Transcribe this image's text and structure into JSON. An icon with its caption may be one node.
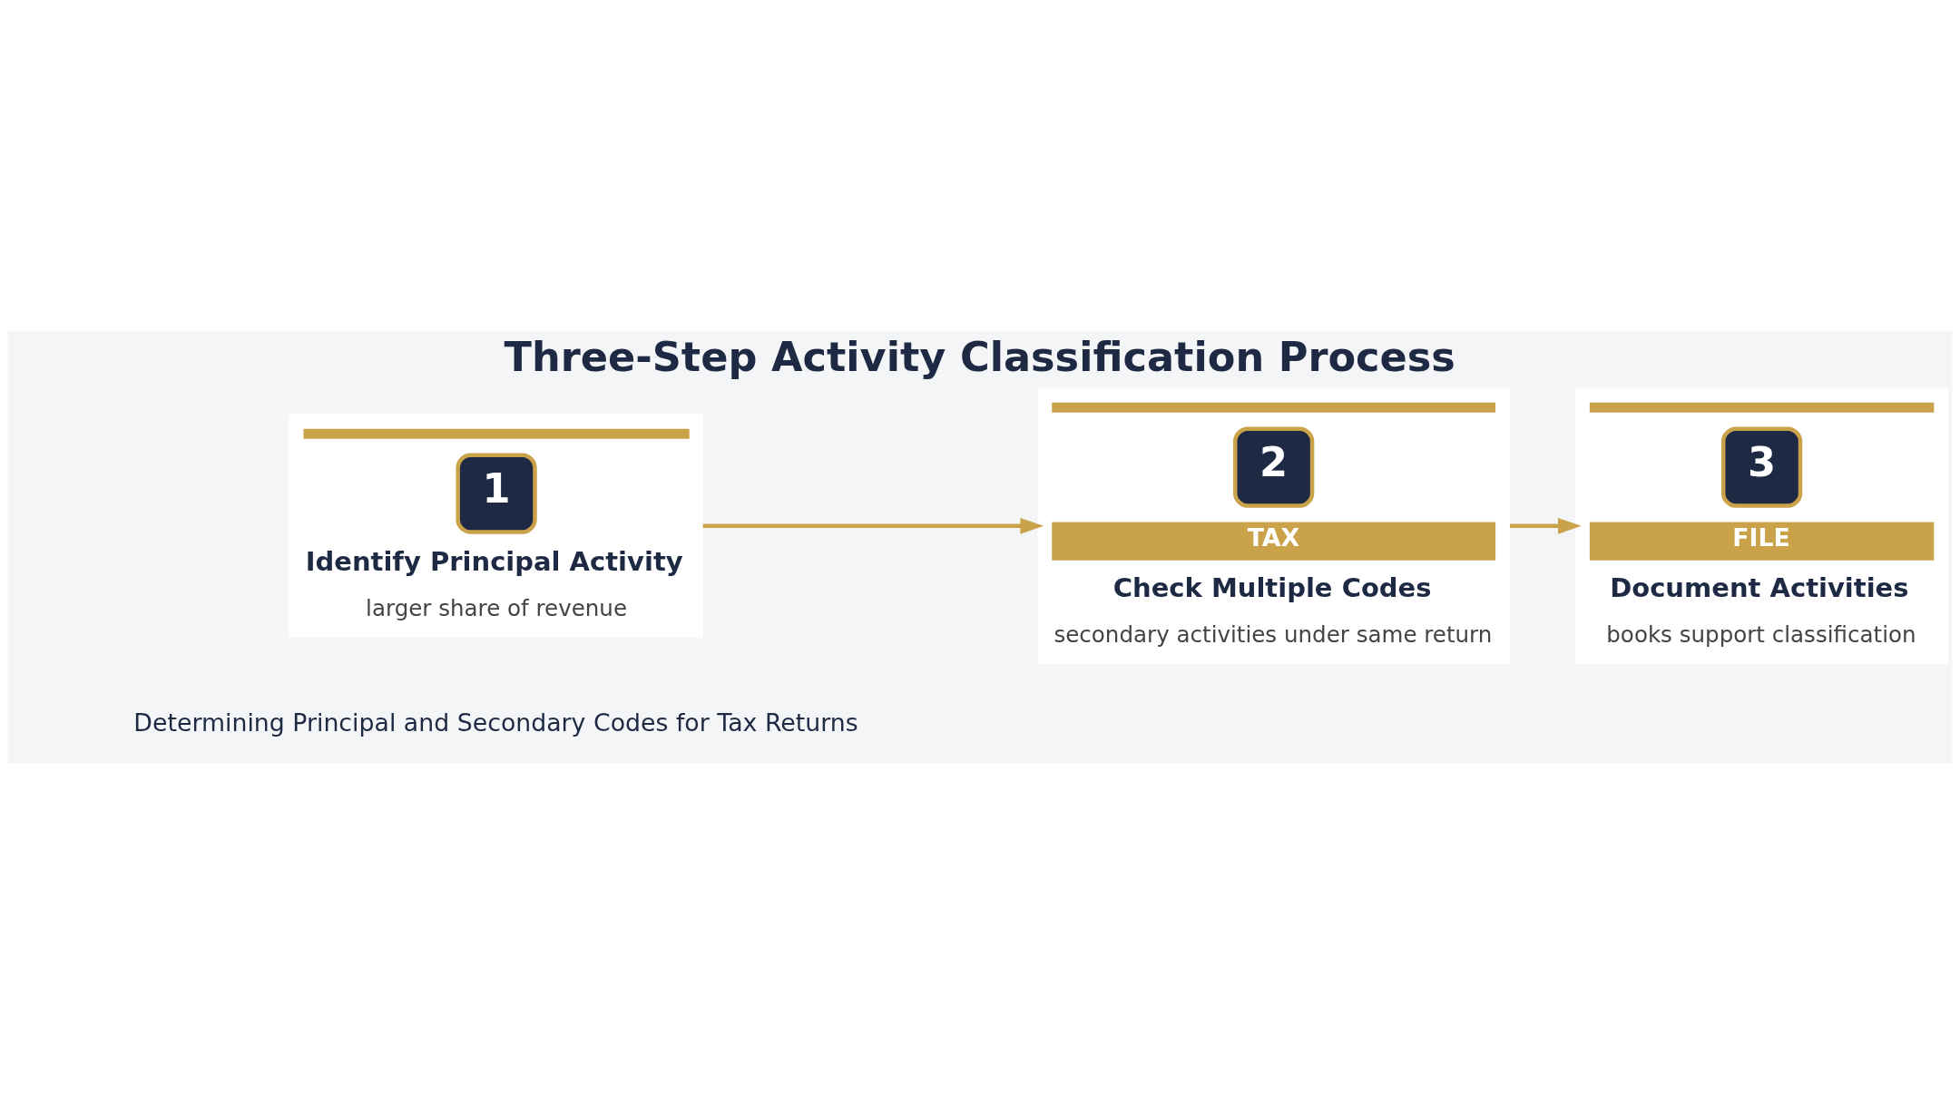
{
  "diagram": {
    "title": "Three-Step Activity Classification Process",
    "nodes": [
      {
        "text": [
          "1",
          "Identify Principal Activity",
          "larger share of revenue"
        ]
      },
      {
        "text": [
          "2",
          "TAX",
          "Check Multiple Codes",
          "secondary activities under same return"
        ]
      },
      {
        "text": [
          "3",
          "FILE",
          "Document Activities",
          "books support classification"
        ]
      }
    ],
    "edges": [
      {
        "from": 0,
        "to": 1,
        "arrow": "to"
      },
      {
        "from": 1,
        "to": 2,
        "arrow": "to"
      }
    ],
    "labels": [
      "Determining Principal and Secondary Codes for Tax Returns"
    ]
  }
}
